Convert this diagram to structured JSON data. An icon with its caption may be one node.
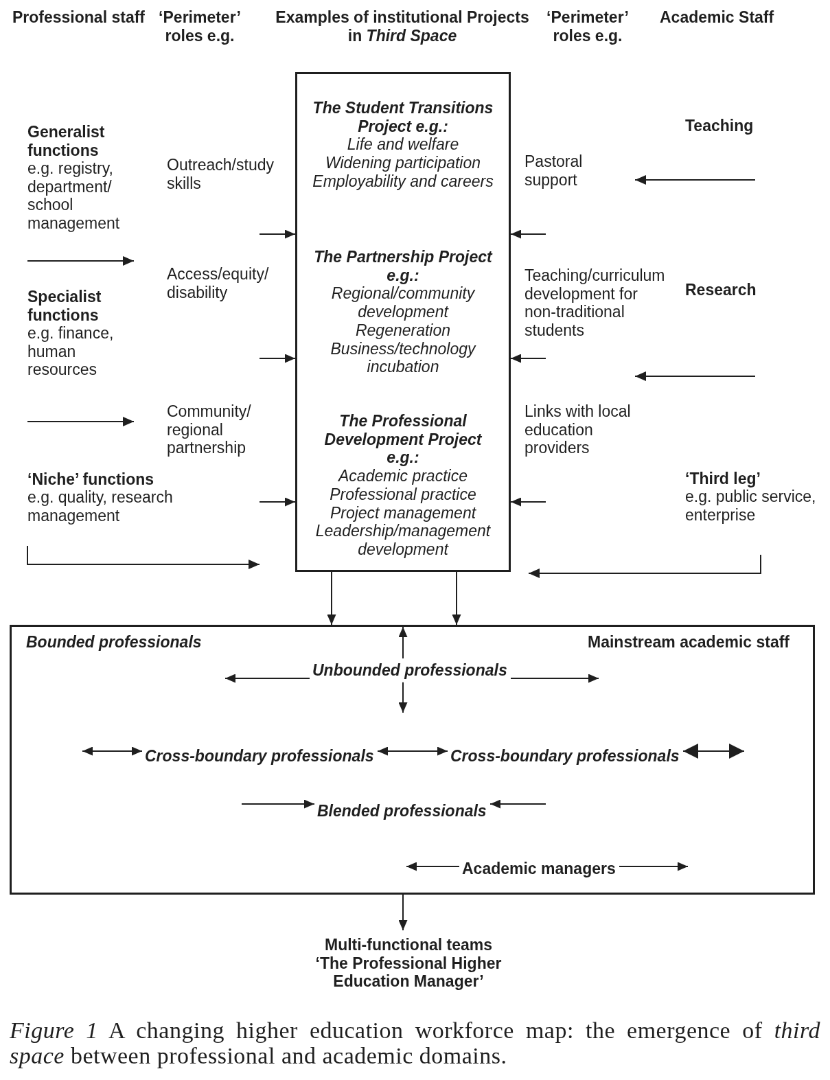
{
  "diagram": {
    "caption": "*Figure 1* A changing higher education workforce map: the emergence of *third space* between professional and academic domains.",
    "nodes": [
      {
        "text": [
          "The Student Transitions Project e.g.:",
          "Life and welfare",
          "Widening participation",
          "Employability and careers",
          "The Partnership Project e.g.:",
          "Regional/community development",
          "Regeneration",
          "Business/technology incubation",
          "The Professional Development Project e.g.:",
          "Academic practice",
          "Professional practice",
          "Project management",
          "Leadership/management development"
        ]
      },
      {
        "text": [
          "Bounded professionals",
          "Mainstream academic staff"
        ]
      },
      {
        "text": [
          "Unbounded professionals"
        ],
        "in": 1
      },
      {
        "text": [
          "Cross-boundary professionals"
        ],
        "in": 1
      },
      {
        "text": [
          "Cross-boundary professionals"
        ],
        "in": 1
      },
      {
        "text": [
          "Blended professionals"
        ],
        "in": 1
      },
      {
        "text": [
          "Academic managers"
        ],
        "in": 1
      },
      {
        "text": [
          "Multi-functional teams",
          "‘The Professional Higher Education Manager’"
        ]
      }
    ],
    "edges": [
      {
        "from": null,
        "to": 0,
        "arrow": "to"
      },
      {
        "from": null,
        "to": 0,
        "arrow": "to"
      },
      {
        "from": null,
        "to": 0,
        "arrow": "to"
      },
      {
        "from": null,
        "to": 0,
        "arrow": "to"
      },
      {
        "from": null,
        "to": 0,
        "arrow": "to"
      },
      {
        "from": null,
        "to": 0,
        "arrow": "to"
      },
      {
        "from": 0,
        "to": 1,
        "arrow": "to"
      },
      {
        "from": 0,
        "to": 1,
        "arrow": "to"
      },
      {
        "from": 2,
        "to": null,
        "arrow": "to"
      },
      {
        "from": 2,
        "to": null,
        "arrow": "to"
      },
      {
        "from": 2,
        "to": null,
        "arrow": "to"
      },
      {
        "from": 2,
        "to": null,
        "arrow": "to"
      },
      {
        "from": null,
        "to": 3,
        "arrow": "both"
      },
      {
        "from": 3,
        "to": 4,
        "arrow": "both"
      },
      {
        "from": 4,
        "to": null,
        "arrow": "both"
      },
      {
        "from": null,
        "to": 5,
        "arrow": "to"
      },
      {
        "from": null,
        "to": 5,
        "arrow": "to"
      },
      {
        "from": 6,
        "to": null,
        "arrow": "to"
      },
      {
        "from": 6,
        "to": null,
        "arrow": "to"
      },
      {
        "from": 1,
        "to": 7,
        "arrow": "to"
      }
    ],
    "labels": [
      "Professional staff",
      "‘Perimeter’ roles e.g.",
      "Examples of institutional Projects in *Third Space*",
      "‘Perimeter’ roles e.g.",
      "Academic Staff",
      "Generalist functions",
      "Teaching",
      "e.g. registry, department/ school management",
      "Outreach/study skills",
      "Pastoral support",
      "Access/equity/ disability",
      "Teaching/curriculum development for non-traditional students",
      "Research",
      "Specialist functions",
      "e.g. finance, human resources",
      "Community/ regional partnership",
      "Links with local education providers",
      "‘Niche’ functions",
      "‘Third leg’",
      "e.g. quality, research management",
      "e.g. public service, enterprise"
    ]
  }
}
